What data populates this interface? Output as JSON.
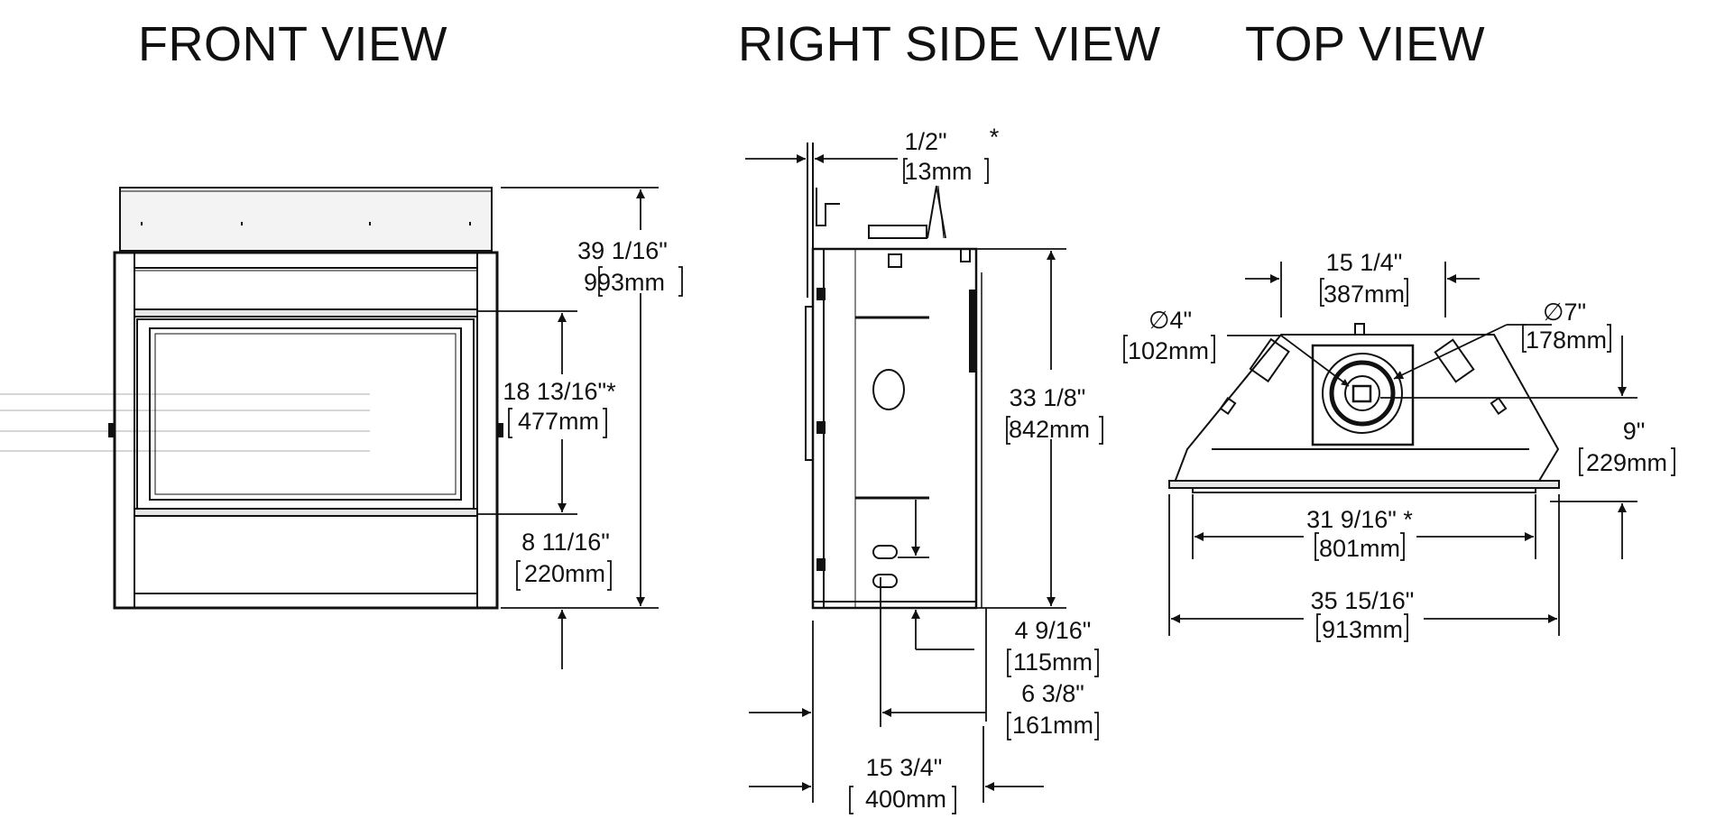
{
  "titles": {
    "front": "FRONT VIEW",
    "side": "RIGHT SIDE VIEW",
    "top": "TOP VIEW"
  },
  "front_view": {
    "overall_height": {
      "imperial": "39 1/16\"",
      "metric": "993mm"
    },
    "glass_height": {
      "imperial": "18 13/16\"*",
      "metric": "477mm"
    },
    "base_height": {
      "imperial": "8 11/16\"",
      "metric": "220mm"
    }
  },
  "side_view": {
    "standoff": {
      "imperial": "1/2\"",
      "metric": "13mm",
      "note": "*"
    },
    "body_height": {
      "imperial": "33 1/8\"",
      "metric": "842mm"
    },
    "gas_inlet_height": {
      "imperial": "4 9/16\"",
      "metric": "115mm"
    },
    "gas_inlet_depth": {
      "imperial": "6 3/8\"",
      "metric": "161mm"
    },
    "depth": {
      "imperial": "15 3/4\"",
      "metric": "400mm"
    }
  },
  "top_view": {
    "collar_width": {
      "imperial": "15 1/4\"",
      "metric": "387mm"
    },
    "inner_flue": {
      "imperial": "∅4\"",
      "metric": "102mm"
    },
    "outer_flue": {
      "imperial": "∅7\"",
      "metric": "178mm"
    },
    "flue_offset": {
      "imperial": "9\"",
      "metric": "229mm"
    },
    "back_width": {
      "imperial": "31 9/16\" *",
      "metric": "801mm"
    },
    "front_width": {
      "imperial": "35 15/16\"",
      "metric": "913mm"
    }
  },
  "colors": {
    "line": "#111111",
    "background": "#ffffff",
    "guide": "#c8c8c8"
  }
}
